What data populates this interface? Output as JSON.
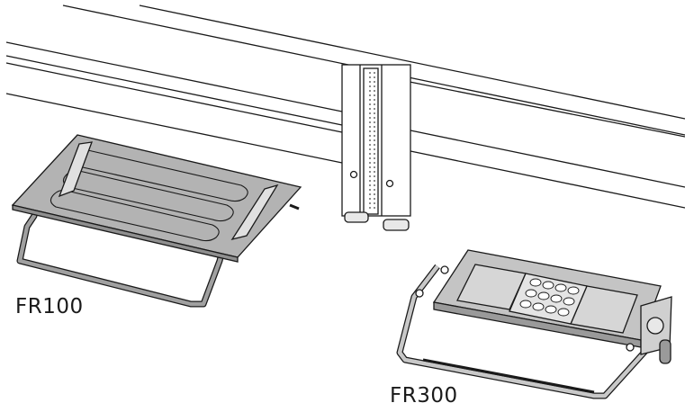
{
  "labels": {
    "fr100": "FR100",
    "fr300": "FR300"
  },
  "colors": {
    "outline": "#1a1a1a",
    "plate": "#b3b3b3",
    "plate_dark": "#8f8f8f",
    "leg": "#a0a0a0",
    "background": "#ffffff"
  },
  "items": [
    "desk-frame",
    "footrest-fr100",
    "footrest-fr300"
  ]
}
